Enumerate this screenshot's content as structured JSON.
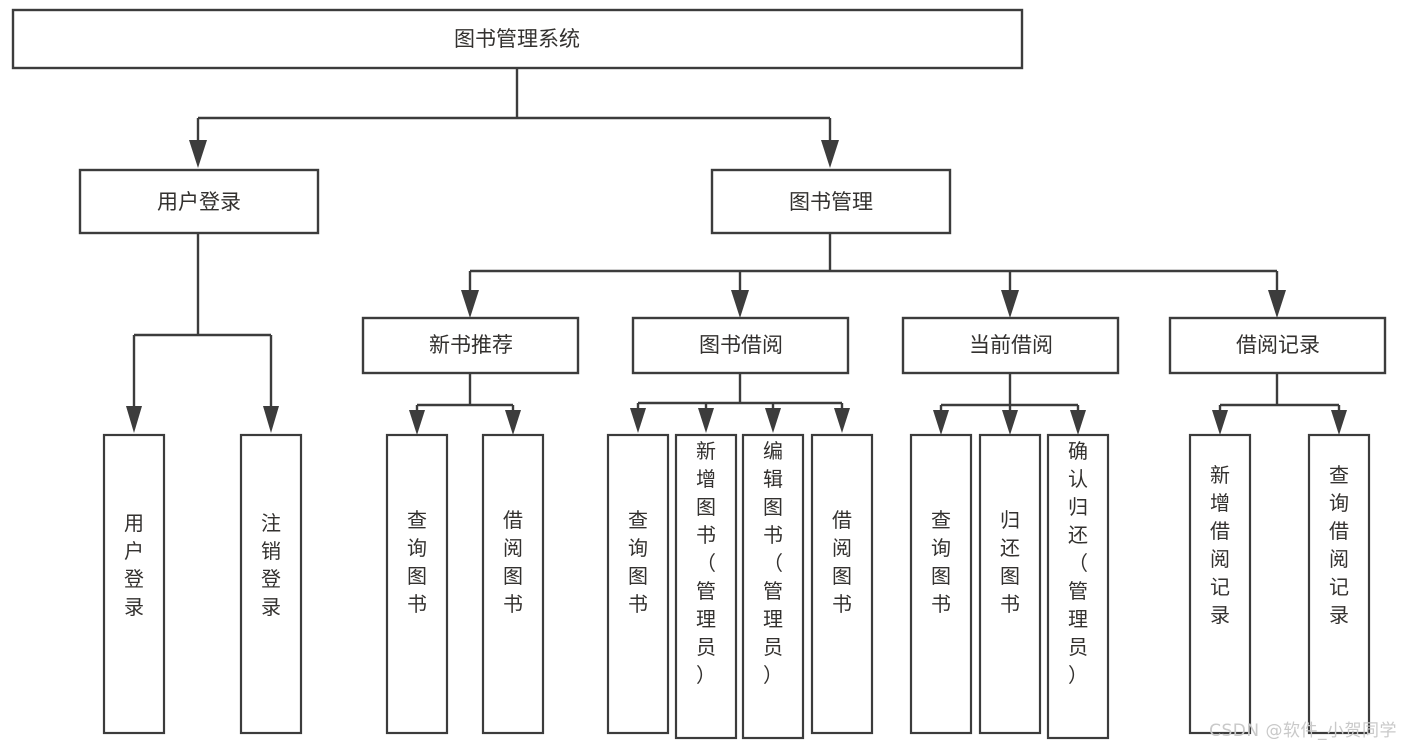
{
  "diagram": {
    "title": "图书管理系统",
    "type": "tree-hierarchy-chart",
    "colors": {
      "stroke": "#3c3c3c",
      "fill": "#ffffff",
      "text": "#33312f",
      "background": "#ffffff",
      "watermark": "#c9c9c9"
    },
    "levels": {
      "root": {
        "label": "图书管理系统"
      },
      "level2": [
        {
          "id": "user-login",
          "label": "用户登录"
        },
        {
          "id": "book-manage",
          "label": "图书管理"
        }
      ],
      "level3": [
        {
          "id": "new-book-recommend",
          "label": "新书推荐"
        },
        {
          "id": "book-borrow",
          "label": "图书借阅"
        },
        {
          "id": "current-borrow",
          "label": "当前借阅"
        },
        {
          "id": "borrow-record",
          "label": "借阅记录"
        }
      ],
      "leaves": {
        "user-login": [
          {
            "id": "leaf-user-login",
            "label": "用户登录"
          },
          {
            "id": "leaf-logout-login",
            "label": "注销登录"
          }
        ],
        "new-book-recommend": [
          {
            "id": "leaf-query-book-1",
            "label": "查询图书"
          },
          {
            "id": "leaf-borrow-book-1",
            "label": "借阅图书"
          }
        ],
        "book-borrow": [
          {
            "id": "leaf-query-book-2",
            "label": "查询图书"
          },
          {
            "id": "leaf-add-book",
            "label": "新增图书（管理员）"
          },
          {
            "id": "leaf-edit-book",
            "label": "编辑图书（管理员）"
          },
          {
            "id": "leaf-borrow-book-2",
            "label": "借阅图书"
          }
        ],
        "current-borrow": [
          {
            "id": "leaf-query-book-3",
            "label": "查询图书"
          },
          {
            "id": "leaf-return-book",
            "label": "归还图书"
          },
          {
            "id": "leaf-confirm-return",
            "label": "确认归还（管理员）"
          }
        ],
        "borrow-record": [
          {
            "id": "leaf-add-record",
            "label": "新增借阅记录"
          },
          {
            "id": "leaf-query-record",
            "label": "查询借阅记录"
          }
        ]
      }
    }
  },
  "watermark": {
    "text": "CSDN @软件_小贺同学"
  }
}
